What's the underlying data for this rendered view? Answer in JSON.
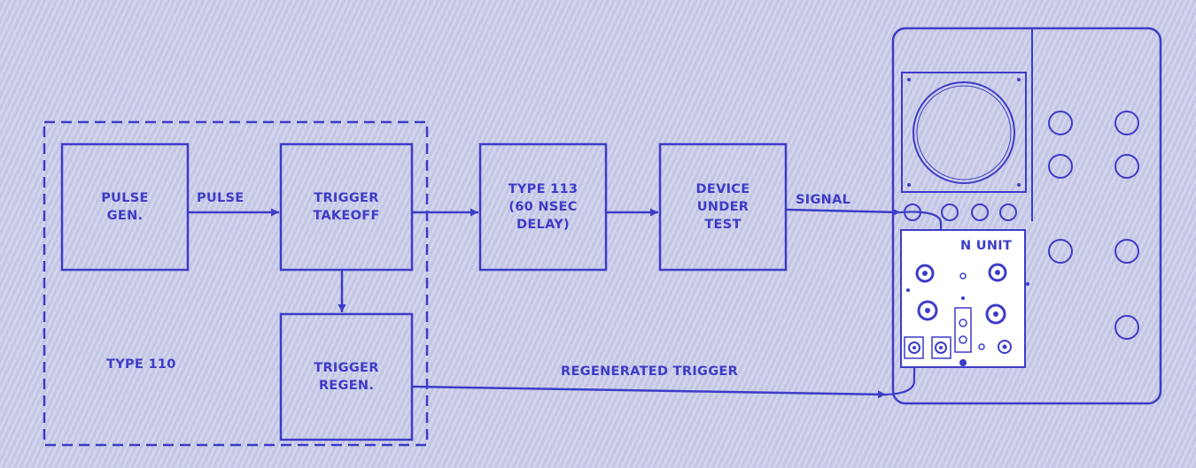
{
  "colors": {
    "ink": "#3d3cc7",
    "background": "#c9cde9",
    "panel_fill": "#ffffff"
  },
  "type110": {
    "label": "TYPE 110"
  },
  "blocks": {
    "pulse_gen": {
      "line1": "PULSE",
      "line2": "GEN."
    },
    "trigger_takeoff": {
      "line1": "TRIGGER",
      "line2": "TAKEOFF"
    },
    "trigger_regen": {
      "line1": "TRIGGER",
      "line2": "REGEN."
    },
    "type113": {
      "line1": "TYPE 113",
      "line2": "(60 NSEC",
      "line3": "DELAY)"
    },
    "device_under_test": {
      "line1": "DEVICE",
      "line2": "UNDER",
      "line3": "TEST"
    }
  },
  "signals": {
    "pulse": "PULSE",
    "signal": "SIGNAL",
    "regenerated_trigger": "REGENERATED TRIGGER"
  },
  "oscilloscope": {
    "plugin_label": "N UNIT"
  }
}
